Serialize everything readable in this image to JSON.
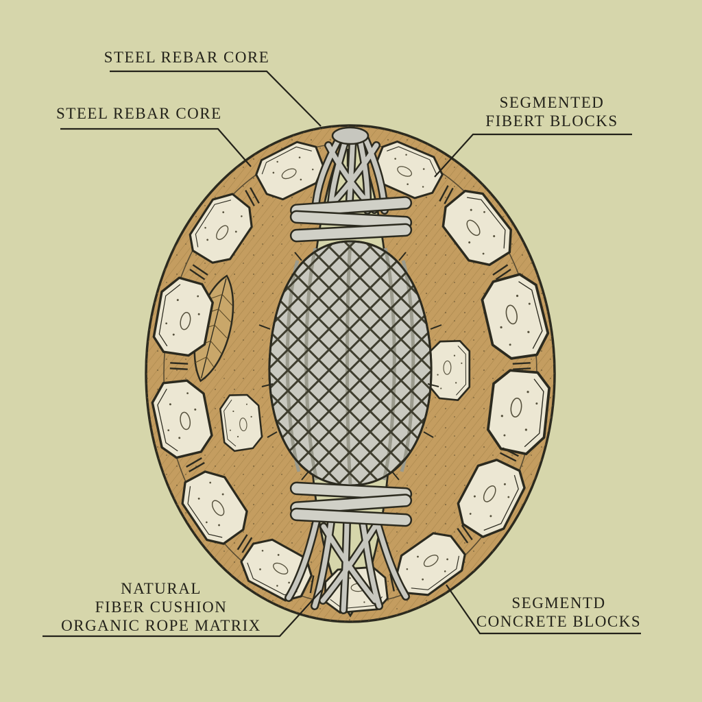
{
  "canvas": {
    "background": "#d6d6ab",
    "ink": "#23221a"
  },
  "palette": {
    "shell_fiber_tan": "#c49d60",
    "block_cream": "#ece7d3",
    "rebar_gray": "#c7c7bf",
    "net_dark": "#3e3d2e"
  },
  "labels": {
    "rebar_top": {
      "text": "STEEL REBAR CORE"
    },
    "rebar_left": {
      "text": "STEEL REBAR CORE"
    },
    "fiber_blocks": {
      "line1": "SEGMENTED",
      "line2": "FIBERT BLOCKS"
    },
    "fiber_cushion": {
      "line1": "NATURAL",
      "line2": "FIBER CUSHION",
      "line3": "ORGANIC ROPE MATRIX"
    },
    "concrete_blocks": {
      "line1": "SEGMENTD",
      "line2": "CONCRETE BLOCKS"
    }
  }
}
